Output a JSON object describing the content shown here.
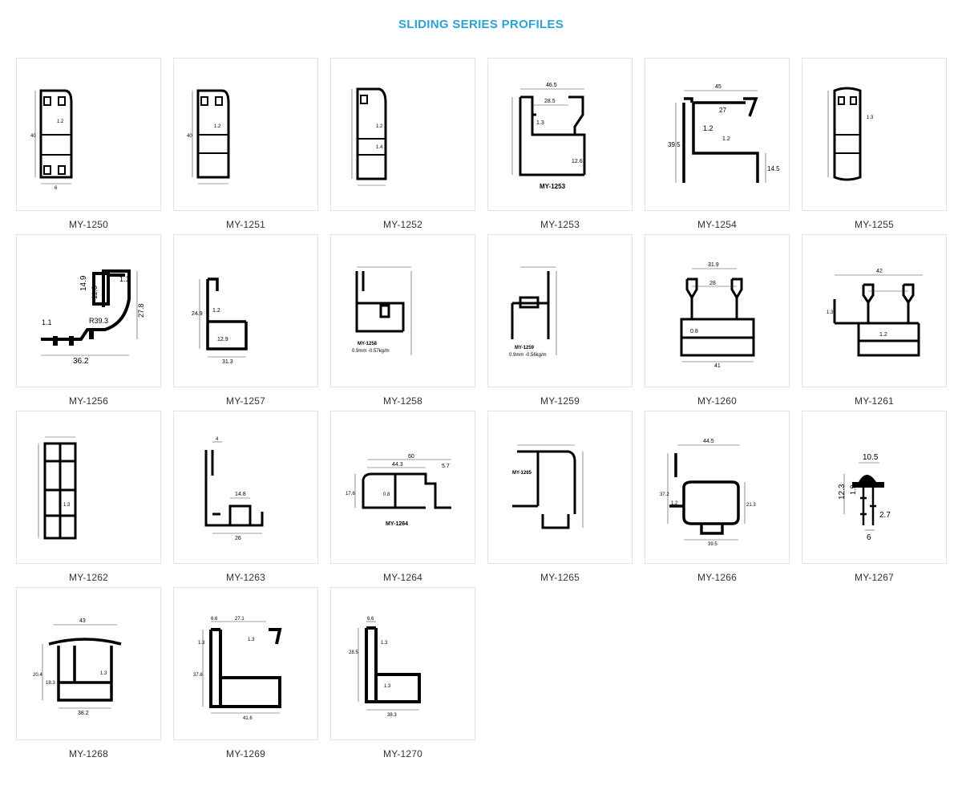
{
  "page": {
    "title": "SLIDING SERIES PROFILES",
    "accent_color": "#2aa3d6"
  },
  "profiles": [
    {
      "code": "MY-1250",
      "dimensions": [
        "40",
        "6",
        "1.2"
      ]
    },
    {
      "code": "MY-1251",
      "dimensions": [
        "40",
        "1.2"
      ]
    },
    {
      "code": "MY-1252",
      "dimensions": [
        "1.2",
        "1.4"
      ]
    },
    {
      "code": "MY-1253",
      "dimensions": [
        "46.5",
        "28.5",
        "1.3",
        "12.6",
        "MY-1253"
      ]
    },
    {
      "code": "MY-1254",
      "dimensions": [
        "45",
        "27",
        "1.2",
        "1.2",
        "39.5",
        "14.5"
      ]
    },
    {
      "code": "MY-1255",
      "dimensions": [
        "1.3"
      ]
    },
    {
      "code": "MY-1256",
      "dimensions": [
        "14.9",
        "11.3",
        "1.1",
        "27.8",
        "1.1",
        "R39.3",
        "36.2"
      ]
    },
    {
      "code": "MY-1257",
      "dimensions": [
        "1.2",
        "24.9",
        "12.9",
        "31.3"
      ]
    },
    {
      "code": "MY-1258",
      "dimensions": [
        "MY-1258",
        "0.9mm -0.57kg/m"
      ]
    },
    {
      "code": "MY-1259",
      "dimensions": [
        "MY-1259",
        "0.9mm -0.56kg/m"
      ]
    },
    {
      "code": "MY-1260",
      "dimensions": [
        "31.9",
        "28",
        "0.8",
        "41"
      ]
    },
    {
      "code": "MY-1261",
      "dimensions": [
        "1.3",
        "42",
        "1.2"
      ]
    },
    {
      "code": "MY-1262",
      "dimensions": [
        "1.3"
      ]
    },
    {
      "code": "MY-1263",
      "dimensions": [
        "4",
        "14.8",
        "26"
      ]
    },
    {
      "code": "MY-1264",
      "dimensions": [
        "60",
        "44.3",
        "5.7",
        "17.6",
        "0.8",
        "MY-1264"
      ]
    },
    {
      "code": "MY-1265",
      "dimensions": [
        "MY-1265"
      ]
    },
    {
      "code": "MY-1266",
      "dimensions": [
        "44.5",
        "37.2",
        "1.2",
        "21.3",
        "39.5"
      ]
    },
    {
      "code": "MY-1267",
      "dimensions": [
        "10.5",
        "12.3",
        "1.9",
        "2.7",
        "6"
      ]
    },
    {
      "code": "MY-1268",
      "dimensions": [
        "43",
        "20.4",
        "18.3",
        "1.3",
        "38.2"
      ]
    },
    {
      "code": "MY-1269",
      "dimensions": [
        "6.6",
        "27.1",
        "1.3",
        "1.3",
        "37.6",
        "41.6"
      ]
    },
    {
      "code": "MY-1270",
      "dimensions": [
        "6.6",
        "1.3",
        "28.5",
        "1.3",
        "38.3"
      ]
    }
  ]
}
